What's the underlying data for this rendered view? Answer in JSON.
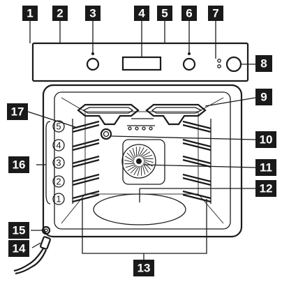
{
  "callouts": [
    "1",
    "2",
    "3",
    "4",
    "5",
    "6",
    "7",
    "8",
    "9",
    "10",
    "11",
    "12",
    "13",
    "14",
    "15",
    "16",
    "17"
  ],
  "shelf_positions": [
    "5",
    "4",
    "3",
    "2",
    "1"
  ]
}
